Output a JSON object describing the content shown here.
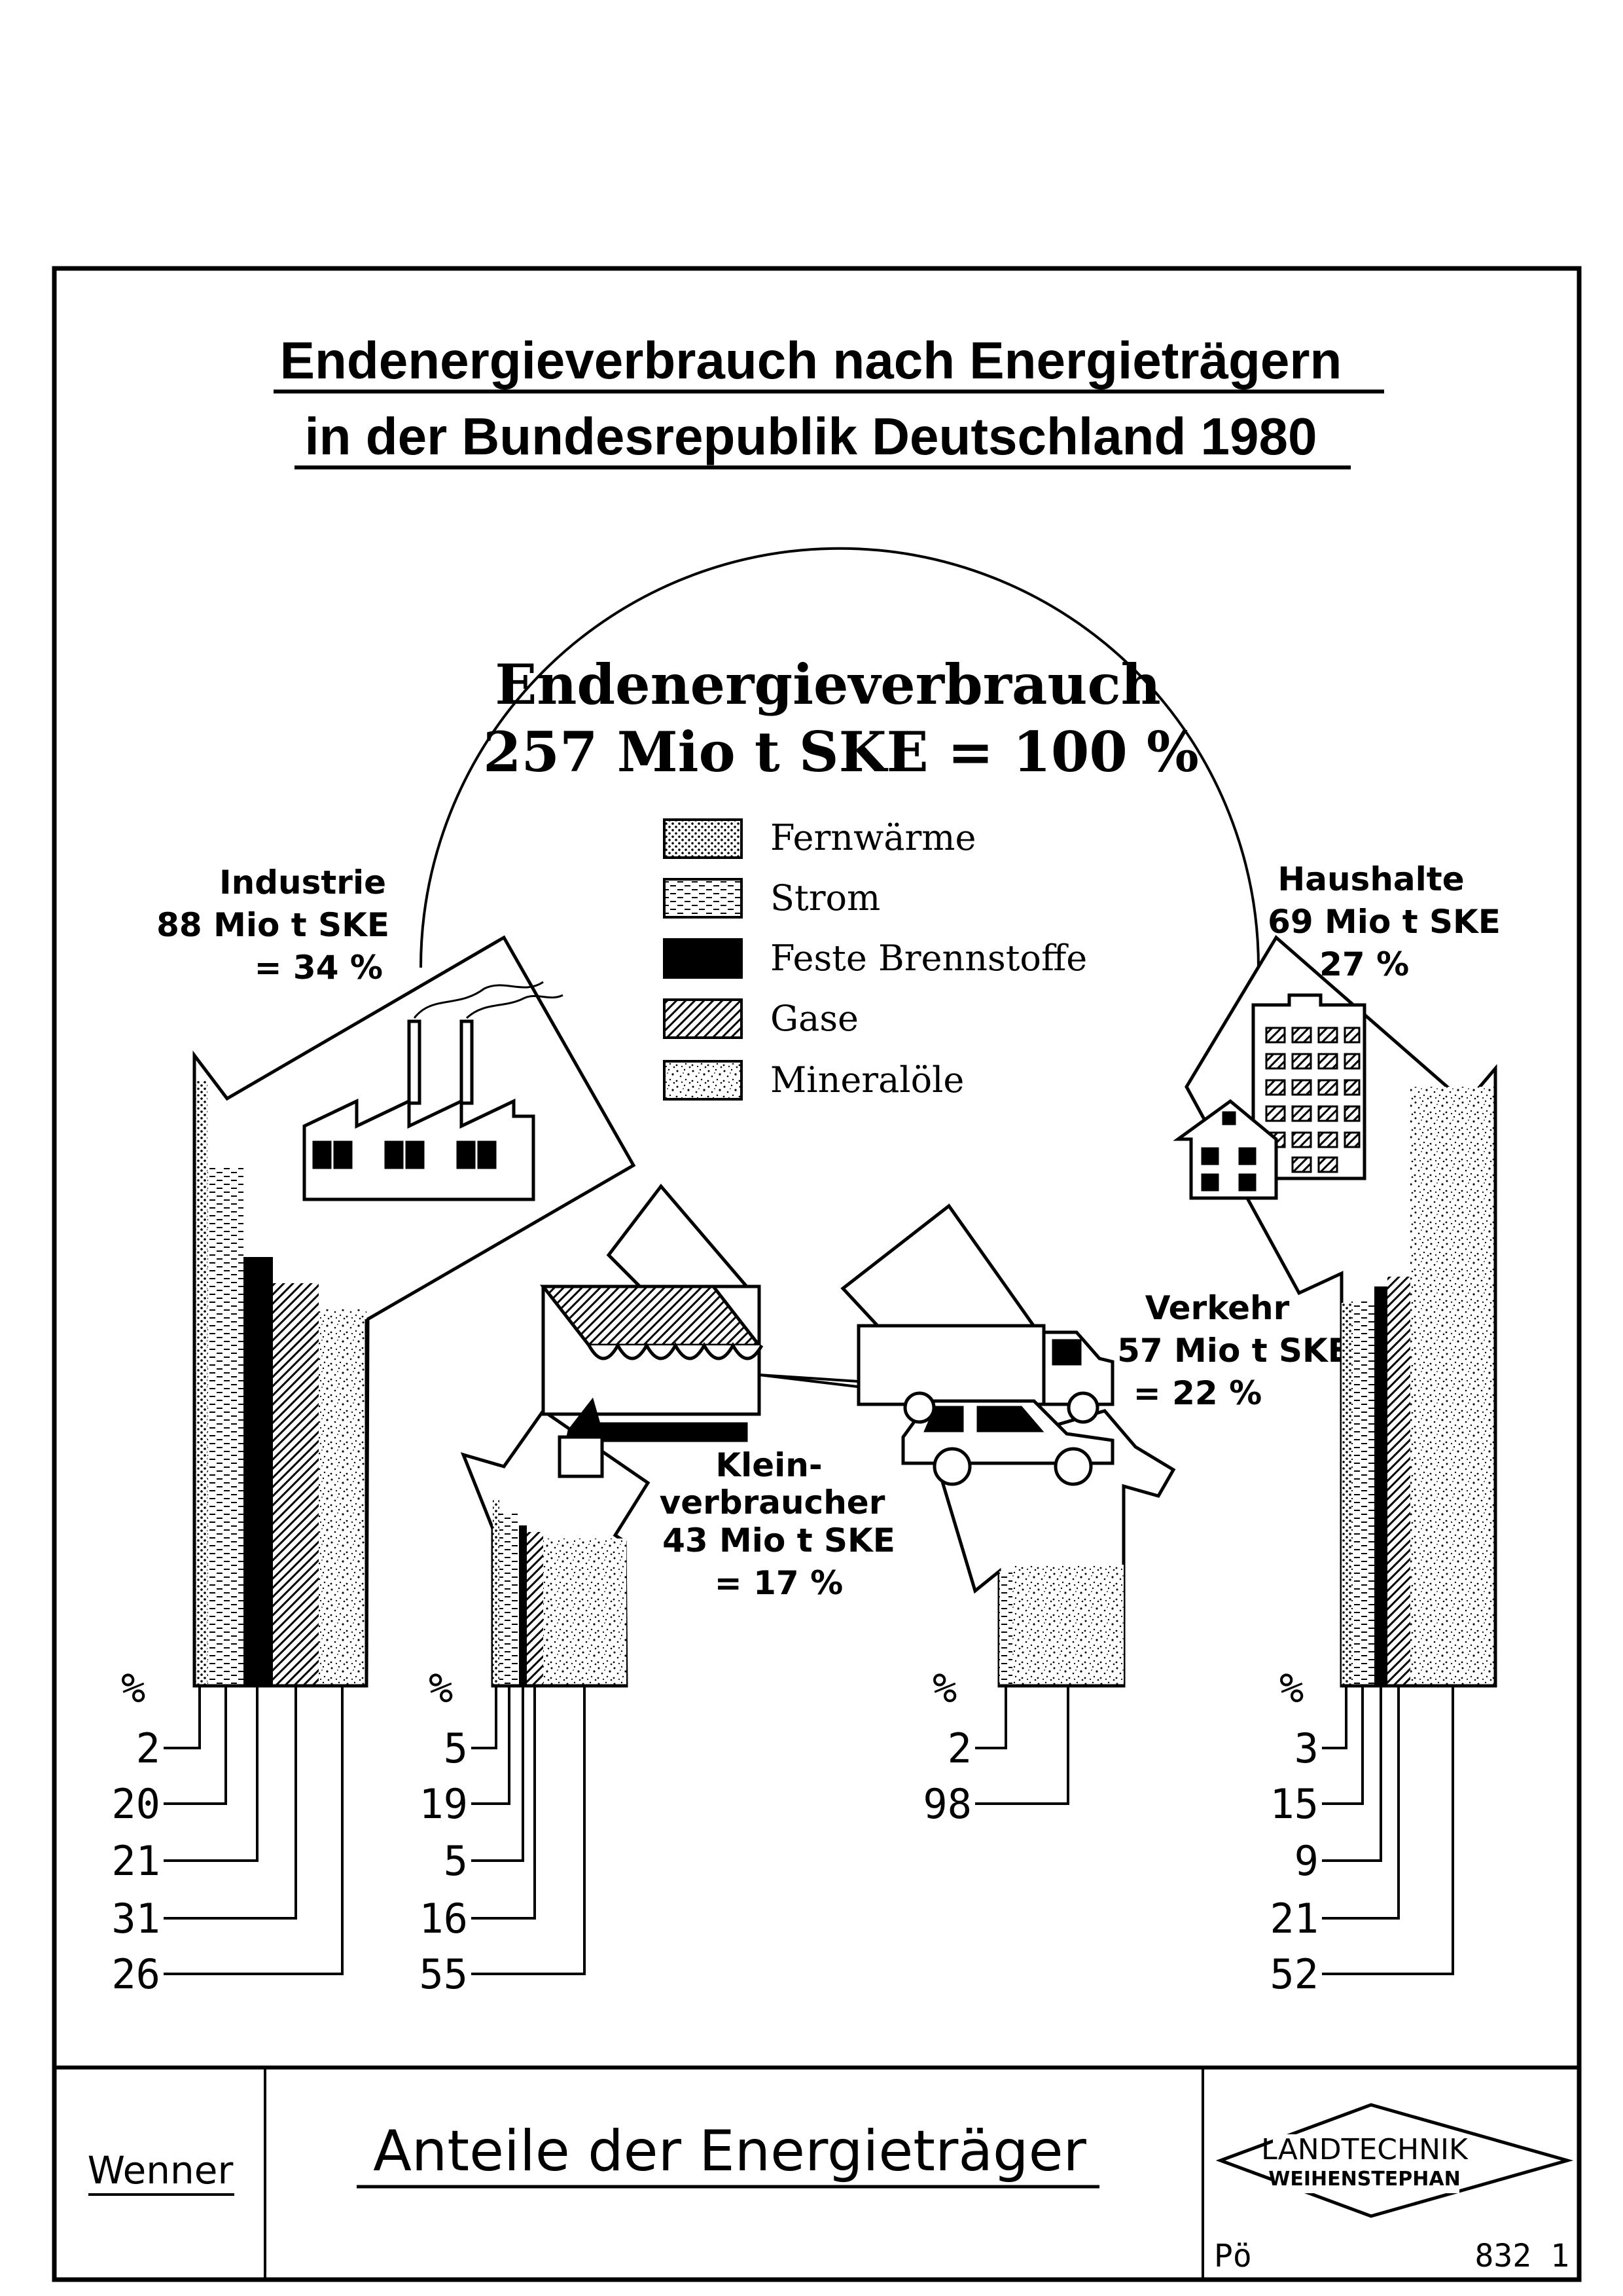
{
  "title": {
    "line1": "Endenergieverbrauch nach Energieträgern",
    "line2": "in der Bundesrepublik Deutschland 1980"
  },
  "total": {
    "label": "Endenergieverbrauch",
    "value": "257 Mio  t SKE = 100 %"
  },
  "legend": [
    {
      "label": "Fernwärme",
      "pattern": "dots"
    },
    {
      "label": "Strom",
      "pattern": "dashes"
    },
    {
      "label": "Feste Brennstoffe",
      "pattern": "solid"
    },
    {
      "label": "Gase",
      "pattern": "hatch"
    },
    {
      "label": "Mineralöle",
      "pattern": "speckle"
    }
  ],
  "sectors": {
    "industrie": {
      "name": "Industrie",
      "amount": "88 Mio t SKE",
      "share": "= 34 %",
      "icon": "factory-icon"
    },
    "kleinverbraucher": {
      "name1": "Klein-",
      "name2": "verbraucher",
      "amount": "43 Mio t SKE",
      "share": "= 17 %",
      "icon": "shop-icon"
    },
    "verkehr": {
      "name": "Verkehr",
      "amount": "57 Mio t SKE",
      "share": "= 22 %",
      "icon": "vehicles-icon"
    },
    "haushalte": {
      "name": "Haushalte",
      "amount": "69 Mio t SKE",
      "share": "= 27 %",
      "icon": "houses-icon"
    }
  },
  "columns": {
    "percent_sign": "%",
    "industrie": [
      "2",
      "20",
      "21",
      "31",
      "26"
    ],
    "kleinverbraucher": [
      "5",
      "19",
      "5",
      "16",
      "55"
    ],
    "verkehr": [
      "2",
      "98"
    ],
    "haushalte": [
      "3",
      "15",
      "9",
      "21",
      "52"
    ]
  },
  "footer": {
    "author": "Wenner",
    "subtitle": "Anteile der Energieträger",
    "logo_line1": "LANDTECHNIK",
    "logo_line2": "WEIHENSTEPHAN",
    "initials": "Pö",
    "code": "832 1"
  }
}
